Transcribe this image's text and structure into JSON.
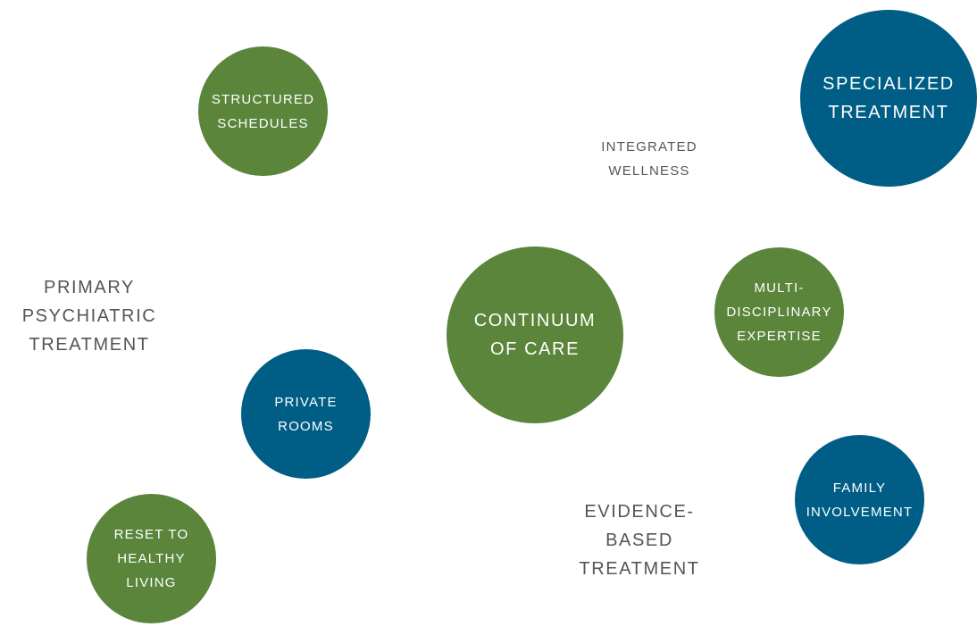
{
  "colors": {
    "green": "#5a853b",
    "blue": "#005d85",
    "label_text": "#555555",
    "circle_text": "#ffffff"
  },
  "circles": {
    "structured_schedules": "Structured\nSchedules",
    "specialized_treatment": "Specialized\nTreatment",
    "continuum_of_care": "Continuum\nof Care",
    "multidisciplinary_expertise": "Multi-\nDisciplinary\nExpertise",
    "private_rooms": "Private\nRooms",
    "family_involvement": "Family\nInvolvement",
    "reset_to_healthy_living": "Reset to\nHealthy\nLiving"
  },
  "labels": {
    "integrated_wellness": "Integrated\nWellness",
    "primary_psychiatric_treatment": "Primary\nPsychiatric\nTreatment",
    "evidence_based_treatment": "Evidence-\nBased\nTreatment"
  }
}
